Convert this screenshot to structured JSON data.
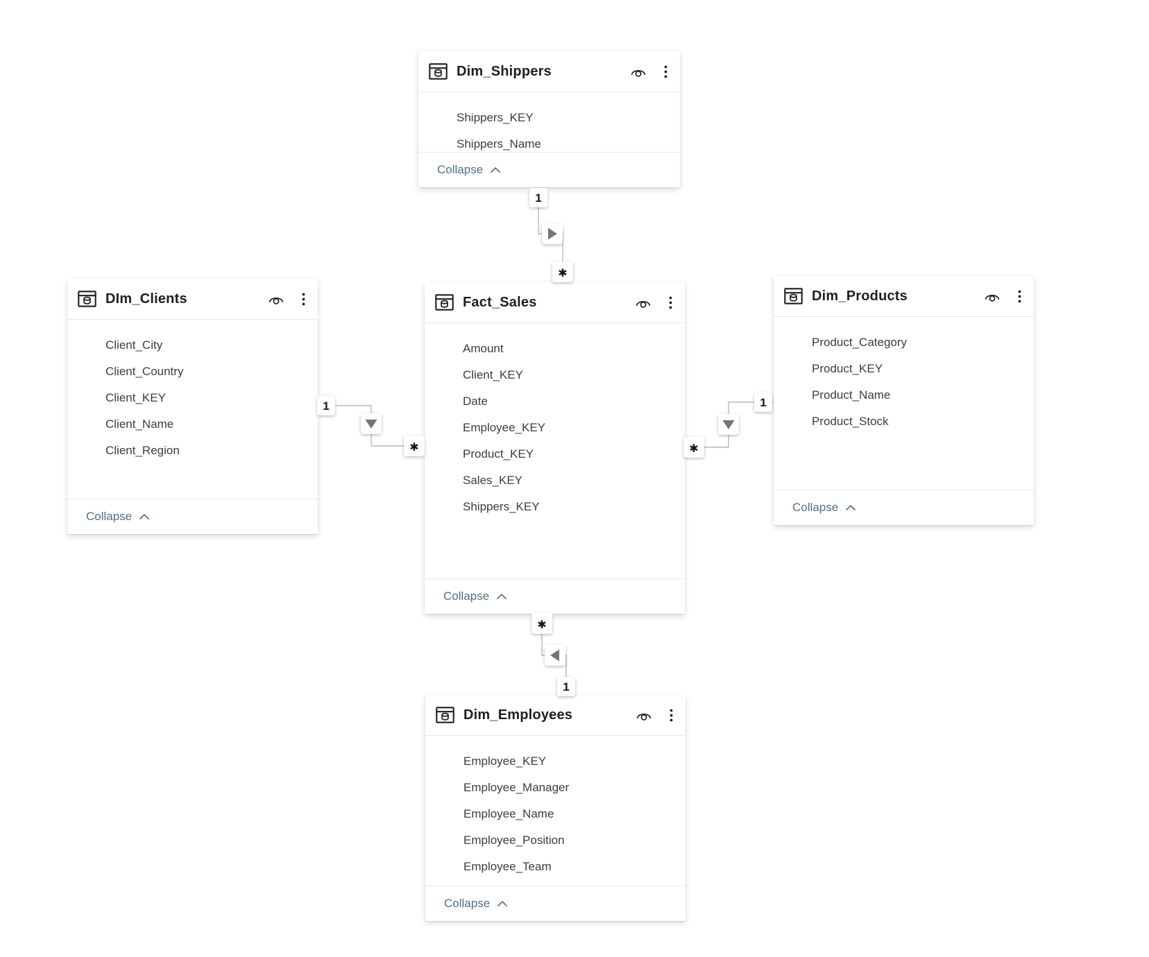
{
  "colors": {
    "background": "#ffffff",
    "card_bg": "#ffffff",
    "title_text": "#1f1e1d",
    "field_text": "#3d3c3b",
    "collapse_link": "#4f6e87",
    "separator": "#e9e8e7",
    "relationship_line": "#b9b8b7",
    "arrow_fill": "#777675",
    "badge_bg": "#ffffff",
    "badge_text": "#161514",
    "icon_stroke": "#201f1e"
  },
  "tables": {
    "dim_shippers": {
      "title": "Dim_Shippers",
      "fields": [
        "Shippers_KEY",
        "Shippers_Name"
      ],
      "collapse_label": "Collapse"
    },
    "dim_clients": {
      "title": "DIm_Clients",
      "fields": [
        "Client_City",
        "Client_Country",
        "Client_KEY",
        "Client_Name",
        "Client_Region"
      ],
      "collapse_label": "Collapse"
    },
    "fact_sales": {
      "title": "Fact_Sales",
      "fields": [
        "Amount",
        "Client_KEY",
        "Date",
        "Employee_KEY",
        "Product_KEY",
        "Sales_KEY",
        "Shippers_KEY"
      ],
      "collapse_label": "Collapse"
    },
    "dim_products": {
      "title": "Dim_Products",
      "fields": [
        "Product_Category",
        "Product_KEY",
        "Product_Name",
        "Product_Stock"
      ],
      "collapse_label": "Collapse"
    },
    "dim_employees": {
      "title": "Dim_Employees",
      "fields": [
        "Employee_KEY",
        "Employee_Manager",
        "Employee_Name",
        "Employee_Position",
        "Employee_Team"
      ],
      "collapse_label": "Collapse"
    }
  },
  "relationships": {
    "shippers_to_fact": {
      "one_table": "Dim_Shippers",
      "many_table": "Fact_Sales",
      "one_label": "1",
      "many_label": "✱"
    },
    "clients_to_fact": {
      "one_table": "DIm_Clients",
      "many_table": "Fact_Sales",
      "one_label": "1",
      "many_label": "✱"
    },
    "products_to_fact": {
      "one_table": "Dim_Products",
      "many_table": "Fact_Sales",
      "one_label": "1",
      "many_label": "✱"
    },
    "employees_to_fact": {
      "one_table": "Dim_Employees",
      "many_table": "Fact_Sales",
      "one_label": "1",
      "many_label": "✱"
    }
  }
}
